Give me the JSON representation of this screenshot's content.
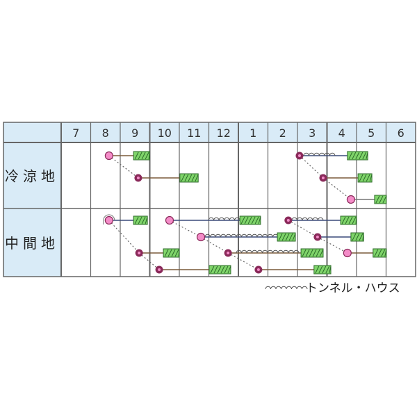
{
  "months": [
    "7",
    "8",
    "9",
    "10",
    "11",
    "12",
    "1",
    "2",
    "3",
    "4",
    "5",
    "6"
  ],
  "regions": [
    {
      "label": "冷涼地",
      "lanes": 3,
      "items": [
        {
          "sow": 1.62,
          "sow_style": "pink",
          "lane": 0,
          "harvest": [
            2.45,
            3.0
          ],
          "line": "brown",
          "chain_next": true
        },
        {
          "sow": 2.61,
          "sow_style": "dark",
          "lane": 1,
          "harvest": [
            4.02,
            4.64
          ],
          "line": "brown",
          "chain_next": false
        },
        {
          "sow": 8.07,
          "sow_style": "dark",
          "lane": 0,
          "tunnel": [
            8.21,
            9.29
          ],
          "harvest": [
            9.69,
            10.38
          ],
          "line": "navy",
          "chain_next": true
        },
        {
          "sow": 8.87,
          "sow_style": "dark",
          "lane": 1,
          "harvest": [
            10.05,
            10.52
          ],
          "line": "brown",
          "chain_next": true
        },
        {
          "sow": 9.81,
          "sow_style": "pink",
          "lane": 2,
          "harvest": [
            10.61,
            11.01
          ],
          "line": "gray",
          "chain_next": false
        }
      ]
    },
    {
      "label": "中間地",
      "lanes": 4,
      "items": [
        {
          "sow": 1.62,
          "sow_style": "pink-ring",
          "lane": 0,
          "harvest": [
            2.45,
            2.92
          ],
          "line": "navy",
          "chain_next": true
        },
        {
          "sow": 2.64,
          "sow_style": "dark",
          "lane": 2,
          "harvest": [
            3.46,
            4.0
          ],
          "line": "brown",
          "chain_next": true
        },
        {
          "sow": 3.32,
          "sow_style": "dark",
          "lane": 3,
          "harvest": [
            5.01,
            5.74
          ],
          "line": "brown",
          "chain_next": false
        },
        {
          "sow": 3.67,
          "sow_style": "pink",
          "lane": 0,
          "tunnel": [
            4.99,
            6.0
          ],
          "harvest": [
            6.05,
            6.75
          ],
          "line": "navy",
          "chain_next": true
        },
        {
          "sow": 4.73,
          "sow_style": "pink",
          "lane": 1,
          "tunnel": [
            4.87,
            7.22
          ],
          "harvest": [
            7.32,
            7.93
          ],
          "line": "navy",
          "chain_next": true
        },
        {
          "sow": 5.65,
          "sow_style": "dark",
          "lane": 2,
          "tunnel": [
            5.93,
            8.05
          ],
          "harvest": [
            8.12,
            8.87
          ],
          "line": "brown",
          "chain_next": true
        },
        {
          "sow": 6.68,
          "sow_style": "dark",
          "lane": 3,
          "harvest": [
            8.56,
            9.13
          ],
          "line": "brown",
          "chain_next": false
        },
        {
          "sow": 7.69,
          "sow_style": "dark",
          "lane": 0,
          "tunnel": [
            7.81,
            8.87
          ],
          "harvest": [
            9.46,
            10.0
          ],
          "line": "navy",
          "chain_next": true
        },
        {
          "sow": 8.68,
          "sow_style": "dark",
          "lane": 1,
          "harvest": [
            9.81,
            10.24
          ],
          "line": "navy",
          "chain_next": true
        },
        {
          "sow": 9.69,
          "sow_style": "pink",
          "lane": 2,
          "harvest": [
            10.56,
            11.01
          ],
          "line": "brown",
          "chain_next": false
        }
      ]
    }
  ],
  "legend": {
    "tunnel_label": "トンネル・ハウス"
  },
  "colors": {
    "header_bg": "#d9ebf7",
    "grid": "#666666",
    "pink": "#f48cc8",
    "dark": "#8a2a5a",
    "harvest": "#7fd46a",
    "navy": "#3a4a7a",
    "brown": "#7a5a3a",
    "gray": "#777777"
  }
}
